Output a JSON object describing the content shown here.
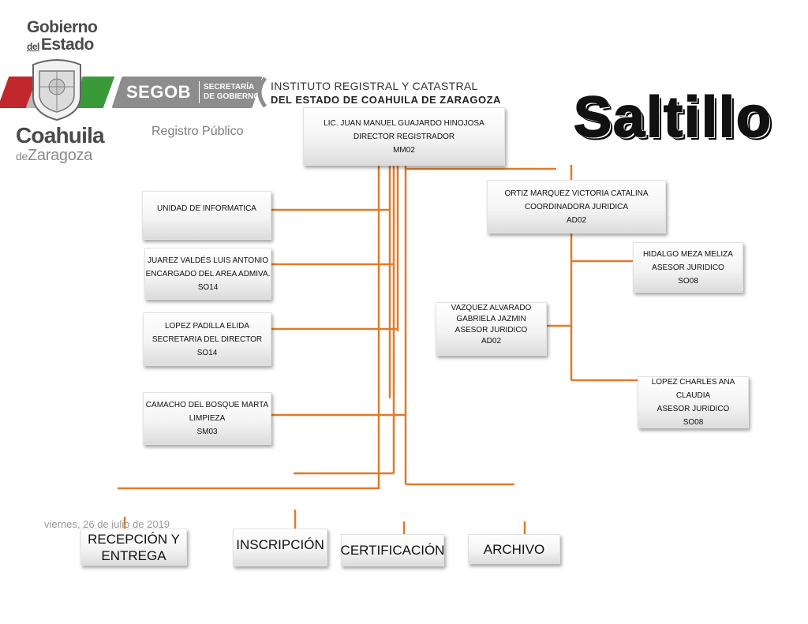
{
  "header": {
    "gobierno_line1": "Gobierno",
    "gobierno_line2_small": "del",
    "gobierno_line2": "Estado",
    "coahuila": "Coahuila",
    "zaragoza_small": "de",
    "zaragoza": "Zaragoza",
    "segob": "SEGOB",
    "secretaria_l1": "SECRETARÍA",
    "secretaria_l2": "DE GOBIERNO",
    "instituto_l1": "INSTITUTO REGISTRAL Y CATASTRAL",
    "instituto_l2": "DEL ESTADO DE COAHUILA DE ZARAGOZA",
    "registro": "Registro Público",
    "city": "Saltillo"
  },
  "colors": {
    "connector": "#e07b27",
    "stripe_red": "#c2272d",
    "stripe_green": "#3a9a3a",
    "stripe_gray": "#8d8d8d"
  },
  "org": {
    "director": {
      "l1": "LIC. JUAN MANUEL GUAJARDO HINOJOSA",
      "l2": "DIRECTOR REGISTRADOR",
      "l3": "MM02"
    },
    "informatica": {
      "l1": "UNIDAD DE INFORMATICA"
    },
    "admin": {
      "l1": "JUAREZ VALDÉS LUIS ANTONIO",
      "l2": "ENCARGADO DEL AREA ADMIVA.",
      "l3": "SO14"
    },
    "secretaria": {
      "l1": "LOPEZ PADILLA ELIDA",
      "l2": "SECRETARIA DEL DIRECTOR",
      "l3": "SO14"
    },
    "limpieza": {
      "l1": "CAMACHO DEL BOSQUE MARTA",
      "l2": "LIMPIEZA",
      "l3": "SM03"
    },
    "coordinadora": {
      "l1": "ORTIZ MARQUEZ VICTORIA CATALINA",
      "l2": "COORDINADORA JURIDICA",
      "l3": "AD02"
    },
    "asesor_hidalgo": {
      "l1": "HIDALGO MEZA MELIZA",
      "l2": "ASESOR JURIDICO",
      "l3": "SO08"
    },
    "asesor_vazquez": {
      "l1": "VAZQUEZ ALVARADO",
      "l2": "GABRIELA  JAZMIN",
      "l3": "ASESOR JURIDICO",
      "l4": "AD02"
    },
    "asesor_lopez": {
      "l1": "LOPEZ CHARLES ANA CLAUDIA",
      "l2": "ASESOR JURIDICO",
      "l3": "SO08"
    }
  },
  "departments": {
    "recepcion_l1": "RECEPCIÓN Y",
    "recepcion_l2": "ENTREGA",
    "inscripcion": "INSCRIPCIÓN",
    "certificacion": "CERTIFICACIÓN",
    "archivo": "ARCHIVO"
  },
  "footer": {
    "date": "viernes, 26 de julio de 2019"
  }
}
